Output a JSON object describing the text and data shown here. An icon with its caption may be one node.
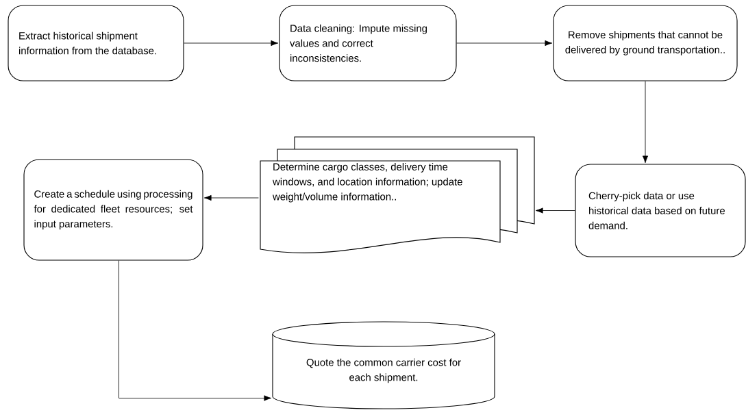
{
  "diagram": {
    "nodes": [
      {
        "text": [
          "Extract historical shipment information from the database."
        ]
      },
      {
        "text": [
          "Data cleaning: Impute missing values and correct inconsistencies."
        ]
      },
      {
        "text": [
          "Remove shipments that cannot be delivered by ground transportation.."
        ]
      },
      {
        "text": [
          "Cherry-pick data or use historical data based on future demand."
        ]
      },
      {
        "text": [
          "Determine cargo classes, delivery time windows, and location information; update weight/volume information.."
        ]
      },
      {
        "text": [
          "Create a schedule using processing for dedicated fleet resources; set input parameters."
        ]
      },
      {
        "text": [
          "Quote the common carrier cost for each shipment."
        ]
      }
    ],
    "edges": [
      {
        "from": 0,
        "to": 1,
        "arrow": "to"
      },
      {
        "from": 1,
        "to": 2,
        "arrow": "to"
      },
      {
        "from": 2,
        "to": 3,
        "arrow": "to"
      },
      {
        "from": 3,
        "to": 4,
        "arrow": "to"
      },
      {
        "from": 4,
        "to": 5,
        "arrow": "to"
      },
      {
        "from": 5,
        "to": 6,
        "arrow": "to"
      }
    ]
  }
}
